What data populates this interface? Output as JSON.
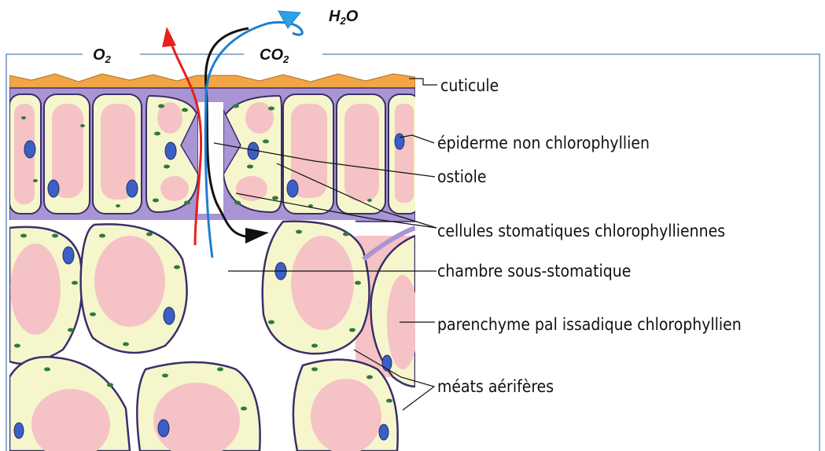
{
  "gases": {
    "o2": {
      "main": "O",
      "sub": "2"
    },
    "co2": {
      "main": "CO",
      "sub": "2"
    },
    "h2o": {
      "h": "H",
      "sub": "2",
      "o": "O"
    }
  },
  "labels": {
    "cuticule": "cuticule",
    "epiderme": "épiderme non chlorophyllien",
    "ostiole": "ostiole",
    "cellules": "cellules stomatiques chlorophylliennes",
    "chambre": "chambre sous-stomatique",
    "parenchyme": "parenchyme pal issadique chlorophyllien",
    "meats": "méats aérifères"
  },
  "colors": {
    "frame": "#6f93c4",
    "cuticle": "#f2a546",
    "cell_wall": "#a994d4",
    "cell_outline": "#3a2f6a",
    "cytoplasm": "#f6f6cc",
    "vacuole": "#f5c3c5",
    "nucleus": "#3b5fc2",
    "chloroplast": "#2f7a3c",
    "o2_arrow": "#e8201c",
    "co2_arrow": "#111111",
    "h2o_arrow": "#1e7fd0",
    "h2o_arrowhead": "#2ea0e6"
  }
}
